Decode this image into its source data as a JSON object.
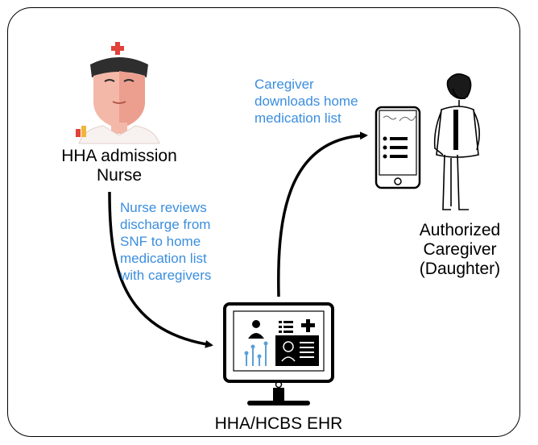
{
  "colors": {
    "note_text": "#3b8ede",
    "outline": "#000000",
    "nurse_skin": "#f4b8a8",
    "nurse_cross": "#e2423a"
  },
  "icons": {
    "nurse": "nurse-avatar-icon",
    "phone": "smartphone-icon",
    "caregiver": "caregiver-person-icon",
    "ehr": "ehr-computer-monitor-icon"
  },
  "nurse_label": {
    "line1": "HHA admission",
    "line2": "Nurse"
  },
  "caregiver_label": {
    "line1": "Authorized",
    "line2": "Caregiver",
    "line3": "(Daughter)"
  },
  "ehr_label": "HHA/HCBS EHR",
  "nurse_note": [
    "Nurse reviews",
    "discharge from",
    "SNF to home",
    "medication list",
    "with caregivers"
  ],
  "download_note": [
    "Caregiver",
    "downloads home",
    "medication list"
  ]
}
